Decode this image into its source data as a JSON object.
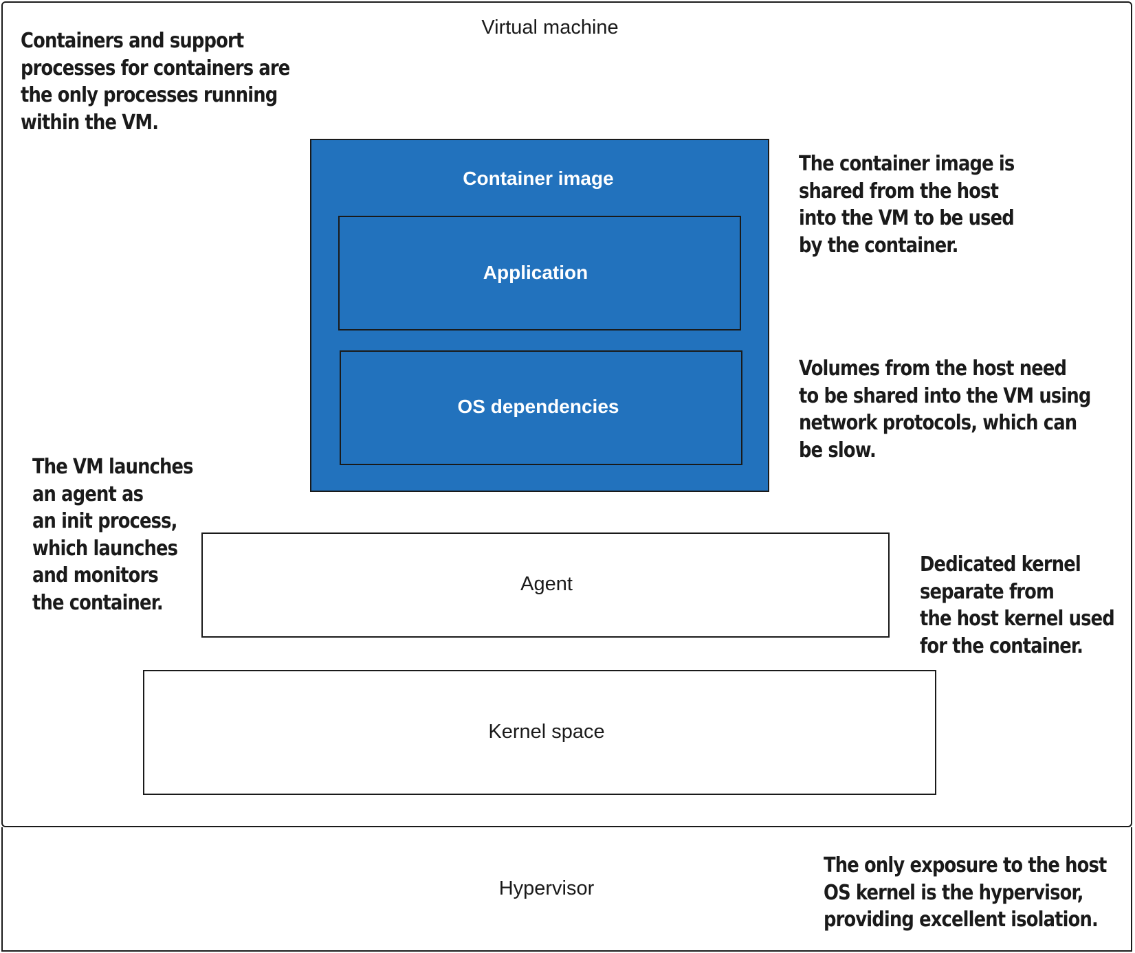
{
  "diagram": {
    "vm_title": "Virtual machine",
    "container_image_label": "Container image",
    "application_label": "Application",
    "os_dependencies_label": "OS dependencies",
    "agent_label": "Agent",
    "kernel_space_label": "Kernel space",
    "hypervisor_label": "Hypervisor",
    "colors": {
      "container_fill": "#2272bd",
      "border": "#1a1a1a",
      "text_on_blue": "#ffffff"
    }
  },
  "annotations": {
    "containers_note": [
      "Containers and support",
      "processes for containers are",
      "the only processes running",
      "within the VM."
    ],
    "image_note": [
      "The container image is",
      "shared from the host",
      "into the VM to be used",
      "by the container."
    ],
    "volumes_note": [
      "Volumes from the host need",
      "to be shared into the VM using",
      "network protocols, which can",
      "be slow."
    ],
    "agent_note": [
      "The VM launches",
      "an agent as",
      "an init process,",
      "which launches",
      "and monitors",
      "the container."
    ],
    "kernel_note": [
      "Dedicated kernel",
      "separate from",
      "the host kernel used",
      "for the container."
    ],
    "hypervisor_note": [
      "The only exposure to the host",
      "OS kernel is the hypervisor,",
      "providing excellent isolation."
    ]
  }
}
